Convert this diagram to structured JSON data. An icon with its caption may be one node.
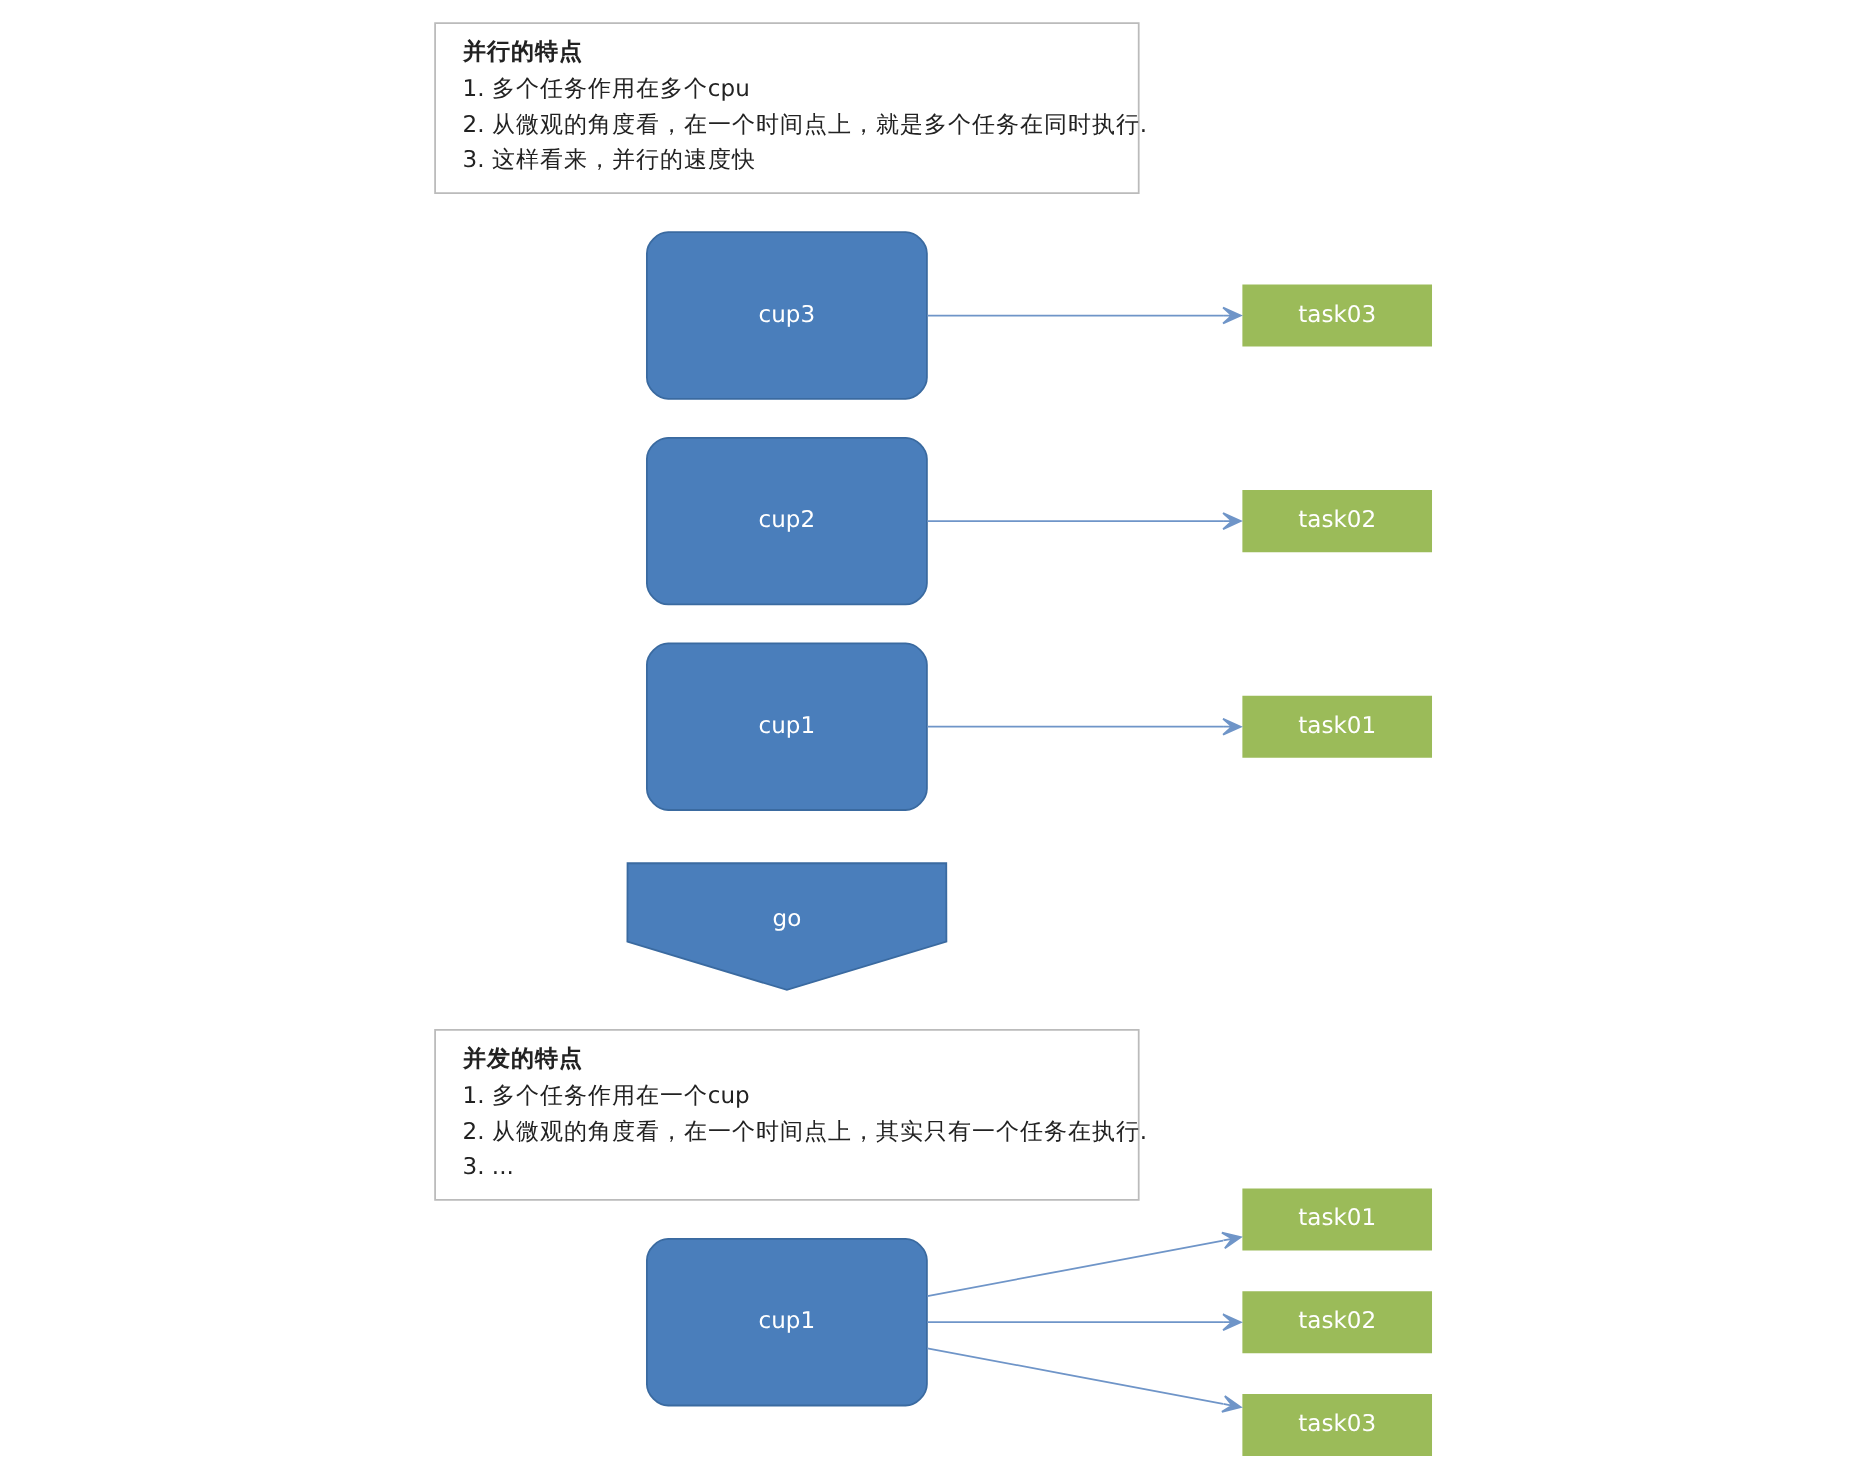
{
  "diagram": {
    "nodes": [
      {
        "text": [
          "cup1"
        ]
      },
      {
        "text": [
          "task01"
        ]
      },
      {
        "text": [
          "task02"
        ]
      },
      {
        "text": [
          "task03"
        ]
      },
      {
        "text": [
          "并发的特点",
          "1. 多个任务作用在一个cup",
          "2. 从微观的角度看，在一个时间点上，其实只有一个任务在执行.",
          "3. ..."
        ]
      },
      {
        "text": [
          "go"
        ]
      },
      {
        "text": [
          "cup1"
        ]
      },
      {
        "text": [
          "task01"
        ]
      },
      {
        "text": [
          "task02"
        ]
      },
      {
        "text": [
          "task03"
        ]
      },
      {
        "text": [
          "cup2"
        ]
      },
      {
        "text": [
          "cup3"
        ]
      },
      {
        "text": [
          "并行的特点",
          "1. 多个任务作用在多个cpu",
          "2. 从微观的角度看，在一个时间点上，就是多个任务在同时执行.",
          "3. 这样看来，并行的速度快"
        ]
      }
    ],
    "edges": [
      {
        "from": 0,
        "to": 1,
        "arrow": "to"
      },
      {
        "from": 0,
        "to": 2,
        "arrow": "to"
      },
      {
        "from": 0,
        "to": 3,
        "arrow": "to"
      },
      {
        "from": 6,
        "to": 7,
        "arrow": "to"
      },
      {
        "from": 10,
        "to": 8,
        "arrow": "to"
      },
      {
        "from": 11,
        "to": 9,
        "arrow": "to"
      }
    ]
  }
}
